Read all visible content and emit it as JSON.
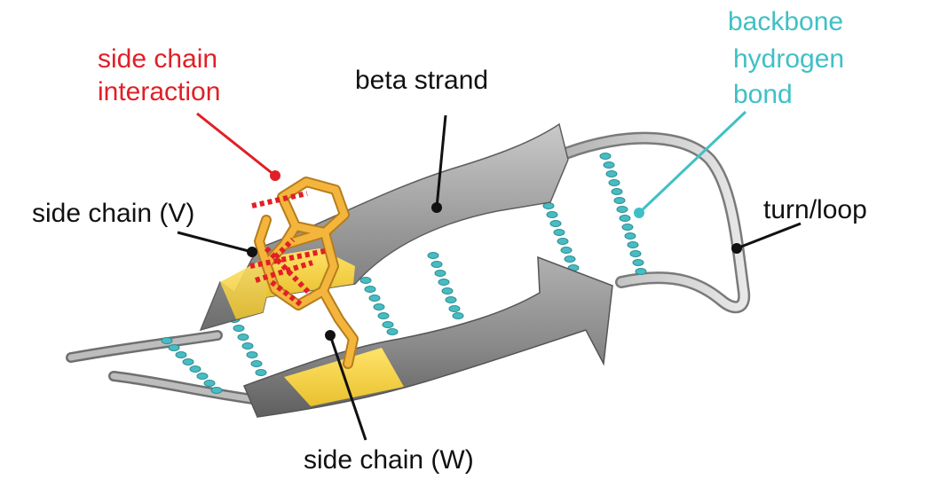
{
  "labels": {
    "side_chain_interaction": [
      "side chain",
      "interaction"
    ],
    "beta_strand": "beta strand",
    "backbone_hydrogen_bond": [
      "backbone",
      "hydrogen",
      "bond"
    ],
    "side_chain_v": "side chain (V)",
    "turn_loop": "turn/loop",
    "side_chain_w": "side chain (W)"
  },
  "colors": {
    "text": "#111111",
    "interaction_red": "#e11f26",
    "hbond_cyan": "#3fc0c6",
    "strand_gray": "#8e8e8e",
    "highlight_yellow": "#f2d03b",
    "sidechain_orange": "#f0b43c"
  }
}
